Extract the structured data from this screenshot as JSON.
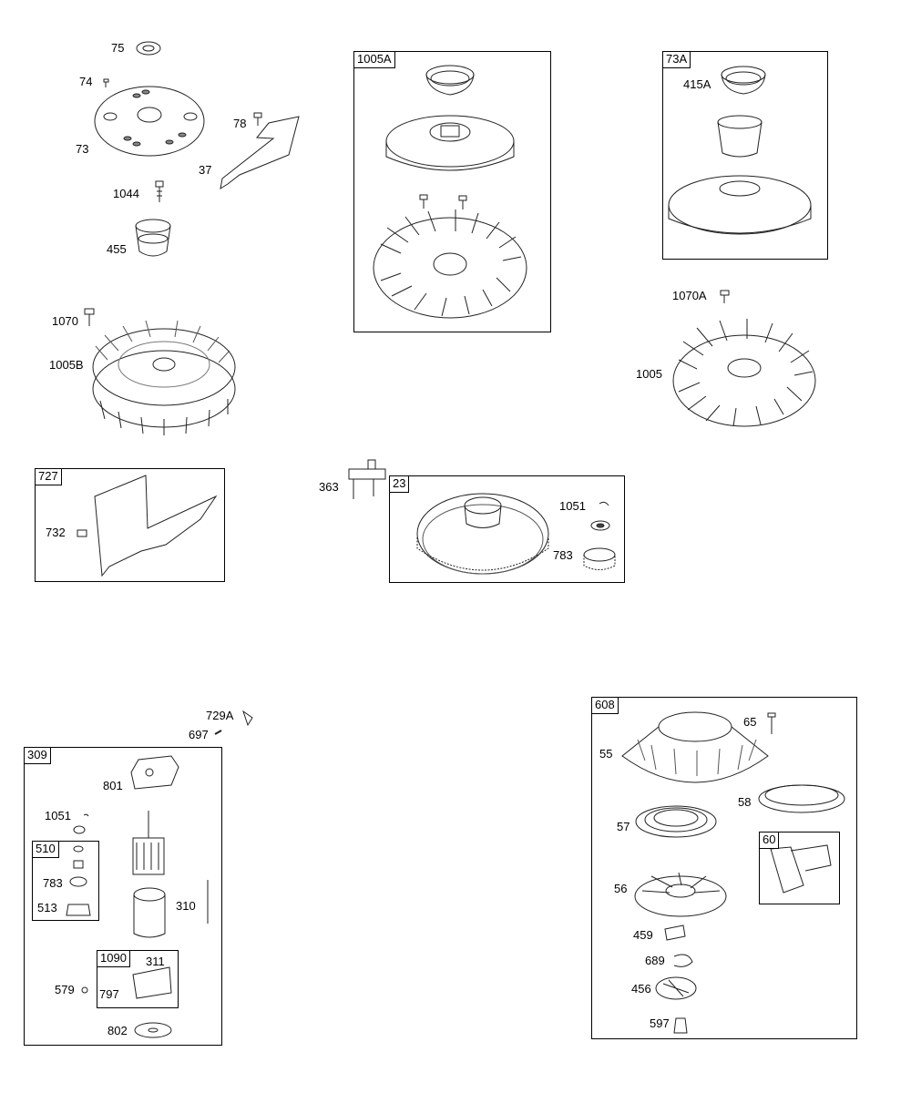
{
  "labels": {
    "p75": "75",
    "p74": "74",
    "p73": "73",
    "p78": "78",
    "p37": "37",
    "p1044": "1044",
    "p455": "455",
    "p1070": "1070",
    "p1005b": "1005B",
    "p415a": "415A",
    "p1070a": "1070A",
    "p1005": "1005",
    "p732": "732",
    "p363": "363",
    "p1051": "1051",
    "p783": "783",
    "p729a": "729A",
    "p697": "697",
    "p801": "801",
    "p1051b": "1051",
    "p783b": "783",
    "p513": "513",
    "p310": "310",
    "p311": "311",
    "p579": "579",
    "p797": "797",
    "p802": "802",
    "p65": "65",
    "p55": "55",
    "p58": "58",
    "p57": "57",
    "p56": "56",
    "p459": "459",
    "p689": "689",
    "p456": "456",
    "p597": "597"
  },
  "kits": {
    "k1005a": "1005A",
    "k73a": "73A",
    "k727": "727",
    "k23": "23",
    "k309": "309",
    "k510": "510",
    "k1090": "1090",
    "k608": "608",
    "k60": "60"
  }
}
